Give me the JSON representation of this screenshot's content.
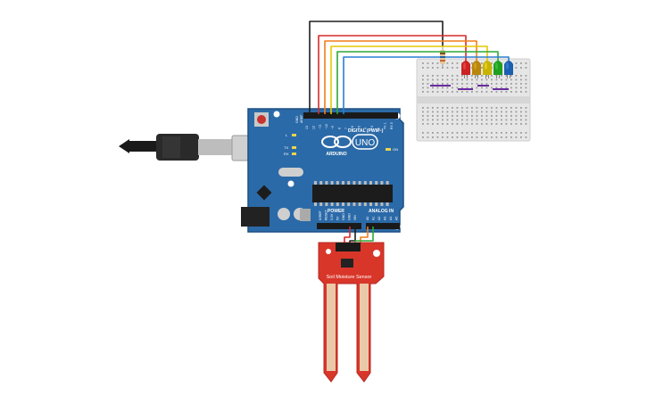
{
  "board": {
    "brand": "ARDUINO",
    "model": "UNO",
    "digital_header_label": "DIGITAL (PWM~)",
    "power_label": "POWER",
    "analog_label": "ANALOG IN",
    "led_label_tx": "TX",
    "led_label_rx": "RX",
    "led_label_l": "L",
    "on_label": "ON",
    "aref_label": "AREF",
    "gnd_label": "GND",
    "digital_pins": [
      "13",
      "12",
      "~11",
      "~10",
      "~9",
      "8",
      "7",
      "~6",
      "~5",
      "4",
      "~3",
      "2",
      "TX 1",
      "RX 0"
    ],
    "power_pins": [
      "IOREF",
      "RESET",
      "3.3V",
      "5V",
      "GND",
      "GND",
      "VIN"
    ],
    "analog_pins": [
      "A0",
      "A1",
      "A2",
      "A3",
      "A4",
      "A5"
    ]
  },
  "sensor": {
    "label": "Soil Moisture Sensor"
  },
  "leds": [
    {
      "color": "#cc2222",
      "lens": "#e84a4a"
    },
    {
      "color": "#b8860b",
      "lens": "#d4a32a"
    },
    {
      "color": "#c8b400",
      "lens": "#e6d32e"
    },
    {
      "color": "#1fa01f",
      "lens": "#3cc43c"
    },
    {
      "color": "#1b5fb0",
      "lens": "#3a82d6"
    }
  ],
  "wire_colors": {
    "black": "#1e1e1e",
    "red": "#d62b2b",
    "orange": "#f07d1a",
    "yellow": "#e6c800",
    "green": "#2ea836",
    "blue": "#2a7fd4"
  },
  "colors": {
    "board": "#2b6aa8",
    "board_dark": "#1f4f80",
    "breadboard": "#e6e6e6",
    "sensor": "#d9362a",
    "sensor_pad": "#e9c9a8",
    "usb": "#2a2a2a"
  }
}
